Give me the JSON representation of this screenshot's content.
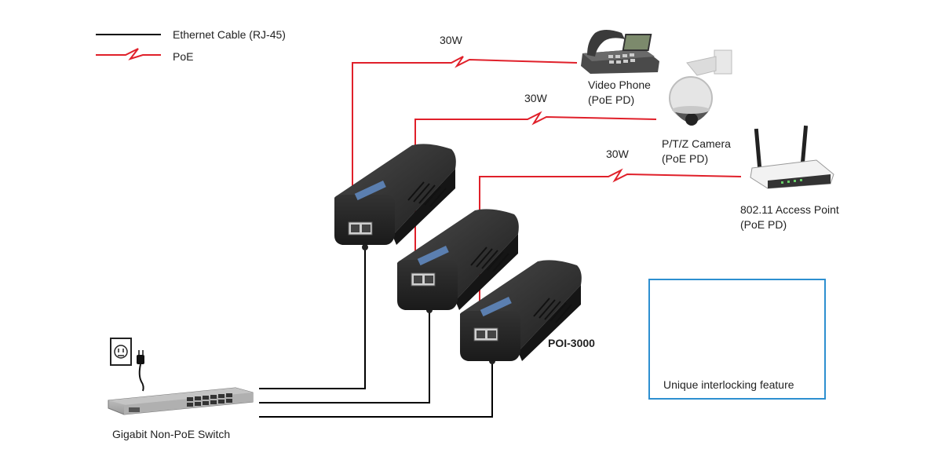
{
  "legend": {
    "ethernet_label": "Ethernet Cable (RJ-45)",
    "poe_label": "PoE"
  },
  "power_labels": [
    "30W",
    "30W",
    "30W"
  ],
  "devices": {
    "video_phone": {
      "name": "Video Phone",
      "sub": "(PoE PD)"
    },
    "camera": {
      "name": "P/T/Z Camera",
      "sub": "(PoE PD)"
    },
    "access_point": {
      "name": "802.11 Access Point",
      "sub": "(PoE PD)"
    }
  },
  "injector_model": "POI-3000",
  "switch_label": "Gigabit Non-PoE Switch",
  "feature_caption": "Unique interlocking feature",
  "colors": {
    "ethernet_line": "#000000",
    "poe_line": "#e0202a",
    "feature_border": "#2d8fd0",
    "arrow": "#3a9be0",
    "injector_body": "#2b2b2b"
  }
}
